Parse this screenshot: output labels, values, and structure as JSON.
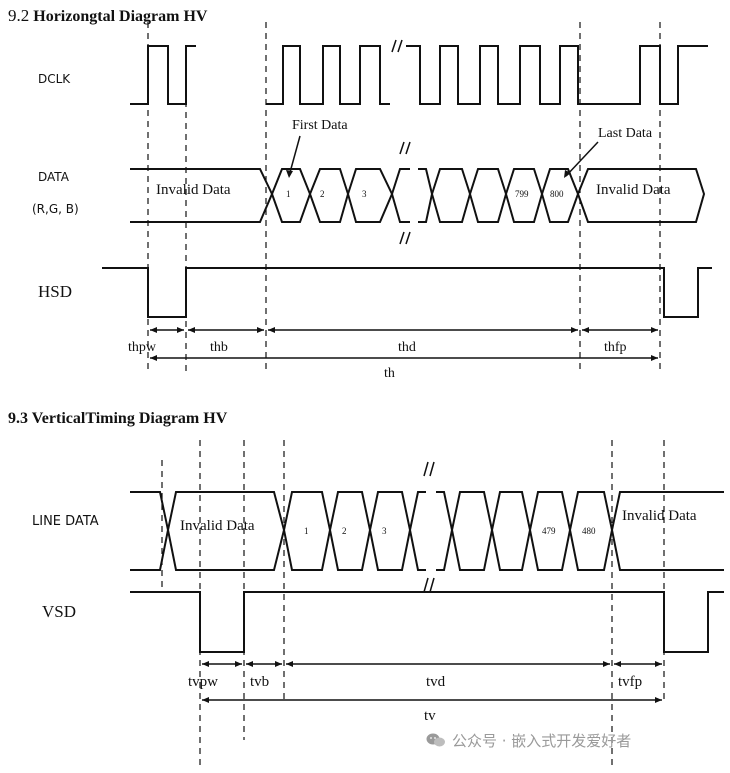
{
  "horizontal": {
    "section_number": "9.2",
    "section_title": "Horizongtal Diagram HV",
    "dclk_label": "DCLK",
    "data_label_line1": "DATA",
    "data_label_line2": "(R,G, B)",
    "hsd_label": "HSD",
    "invalid_left": "Invalid Data",
    "invalid_right": "Invalid Data",
    "first_data_label": "First Data",
    "last_data_label": "Last Data",
    "cells": [
      "1",
      "2",
      "3",
      "799",
      "800"
    ],
    "timing": {
      "thpw": "thpw",
      "thb": "thb",
      "thd": "thd",
      "thfp": "thfp",
      "th": "th"
    }
  },
  "vertical": {
    "section_title": "9.3 VerticalTiming Diagram HV",
    "line_data_label": "LINE DATA",
    "vsd_label": "VSD",
    "invalid_left": "Invalid Data",
    "invalid_right": "Invalid Data",
    "cells": [
      "1",
      "2",
      "3",
      "479",
      "480"
    ],
    "timing": {
      "tvpw": "tvpw",
      "tvb": "tvb",
      "tvd": "tvd",
      "tvfp": "tvfp",
      "tv": "tv"
    }
  },
  "watermark": {
    "text": "公众号 · 嵌入式开发爱好者",
    "icon": "wechat-icon"
  }
}
